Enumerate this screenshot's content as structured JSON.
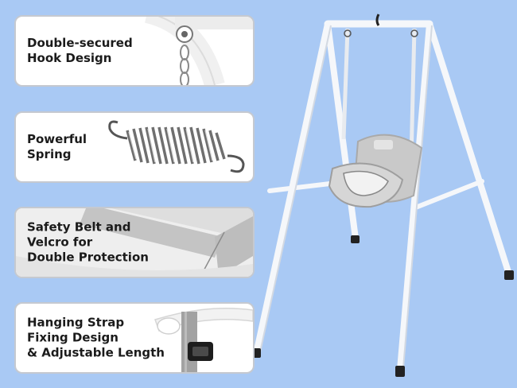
{
  "features": [
    {
      "label": "Double-secured\nHook Design",
      "image_icon": "hook-icon"
    },
    {
      "label": "Powerful\nSpring",
      "image_icon": "spring-icon"
    },
    {
      "label": "Safety Belt and\nVelcro for\nDouble Protection",
      "image_icon": "belt-icon"
    },
    {
      "label": "Hanging Strap\nFixing Design\n& Adjustable Length",
      "image_icon": "strap-icon"
    }
  ],
  "colors": {
    "background": "#a9c9f4",
    "frame": "#f4f6f8",
    "seat": "#c8c8c8",
    "text": "#1b1b1b"
  }
}
